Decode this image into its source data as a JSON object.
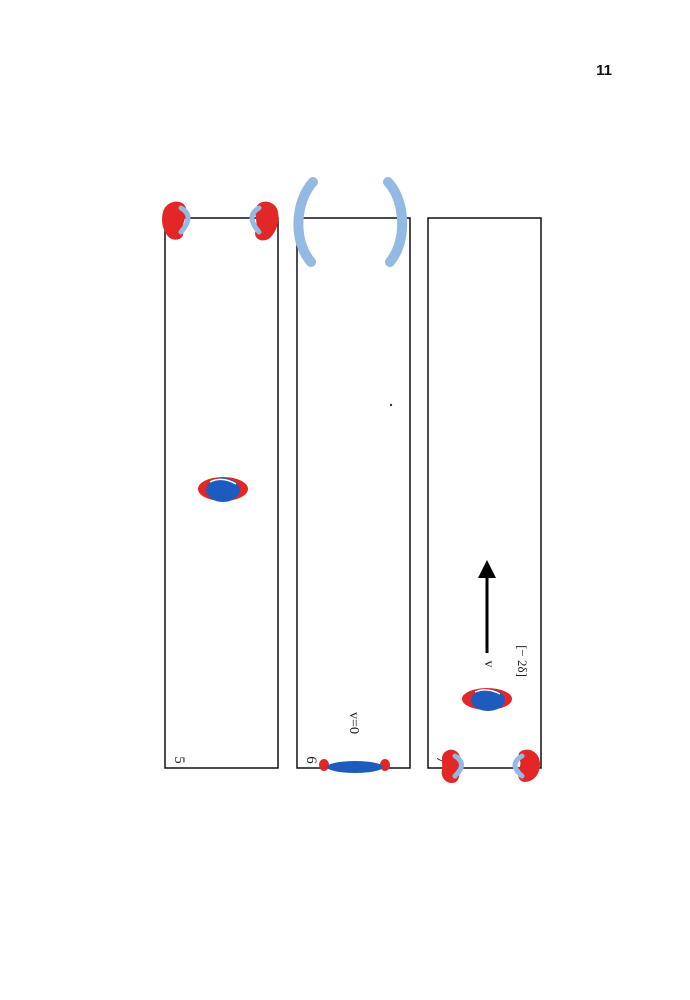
{
  "page": {
    "number": "11"
  },
  "figure": {
    "panels": [
      {
        "number": "5"
      },
      {
        "number": "6",
        "velocity_label": "v=0"
      },
      {
        "number": "7",
        "velocity_label": "v",
        "bracket_label": "[− 2δ]"
      }
    ],
    "colors": {
      "red": "#e32626",
      "blue": "#1e5bbf",
      "light_blue": "#94b9e3",
      "frame": "#111111",
      "arrow": "#000000"
    }
  }
}
